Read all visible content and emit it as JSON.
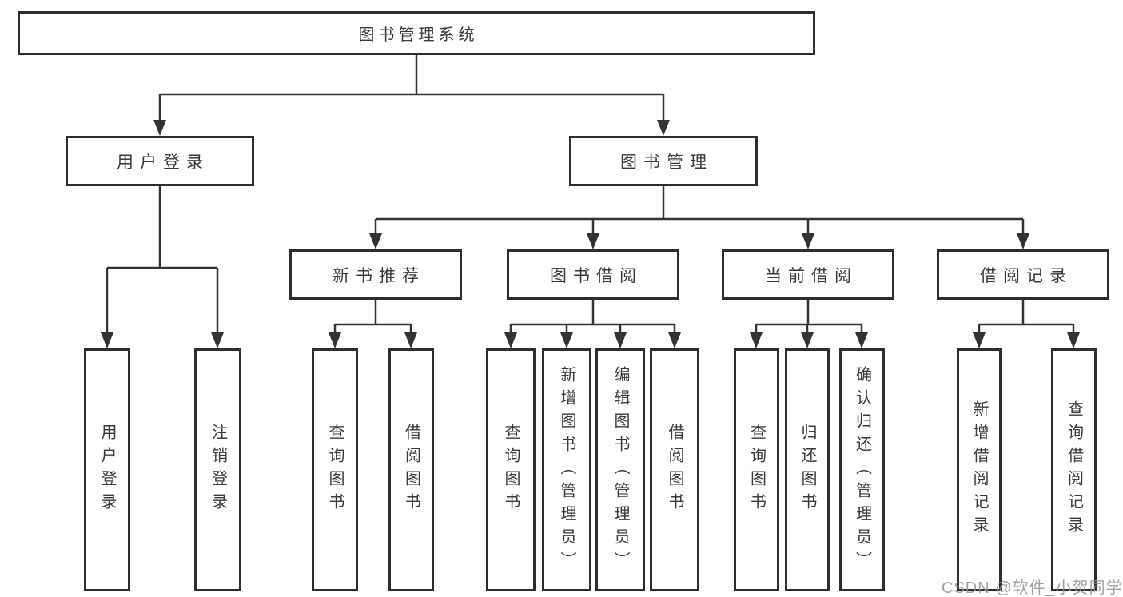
{
  "diagram": {
    "root": "图书管理系统",
    "level1": {
      "user_login": "用户登录",
      "book_mgmt": "图书管理"
    },
    "level2": {
      "new_books": "新书推荐",
      "borrow": "图书借阅",
      "current": "当前借阅",
      "records": "借阅记录"
    },
    "leaves": {
      "user_login_1": "用户登录",
      "user_login_2": "注销登录",
      "new_books_1": "查询图书",
      "new_books_2": "借阅图书",
      "borrow_1": "查询图书",
      "borrow_2": "新增图书（管理员）",
      "borrow_3": "编辑图书（管理员）",
      "borrow_4": "借阅图书",
      "current_1": "查询图书",
      "current_2": "归还图书",
      "current_3": "确认归还（管理员）",
      "records_1": "新增借阅记录",
      "records_2": "查询借阅记录"
    }
  },
  "watermark": "CSDN @软件_小贺同学",
  "colors": {
    "line": "#333333",
    "box_border": "#2e2e2e",
    "text": "#3a3a3a",
    "watermark": "#919191",
    "background": "#ffffff"
  }
}
